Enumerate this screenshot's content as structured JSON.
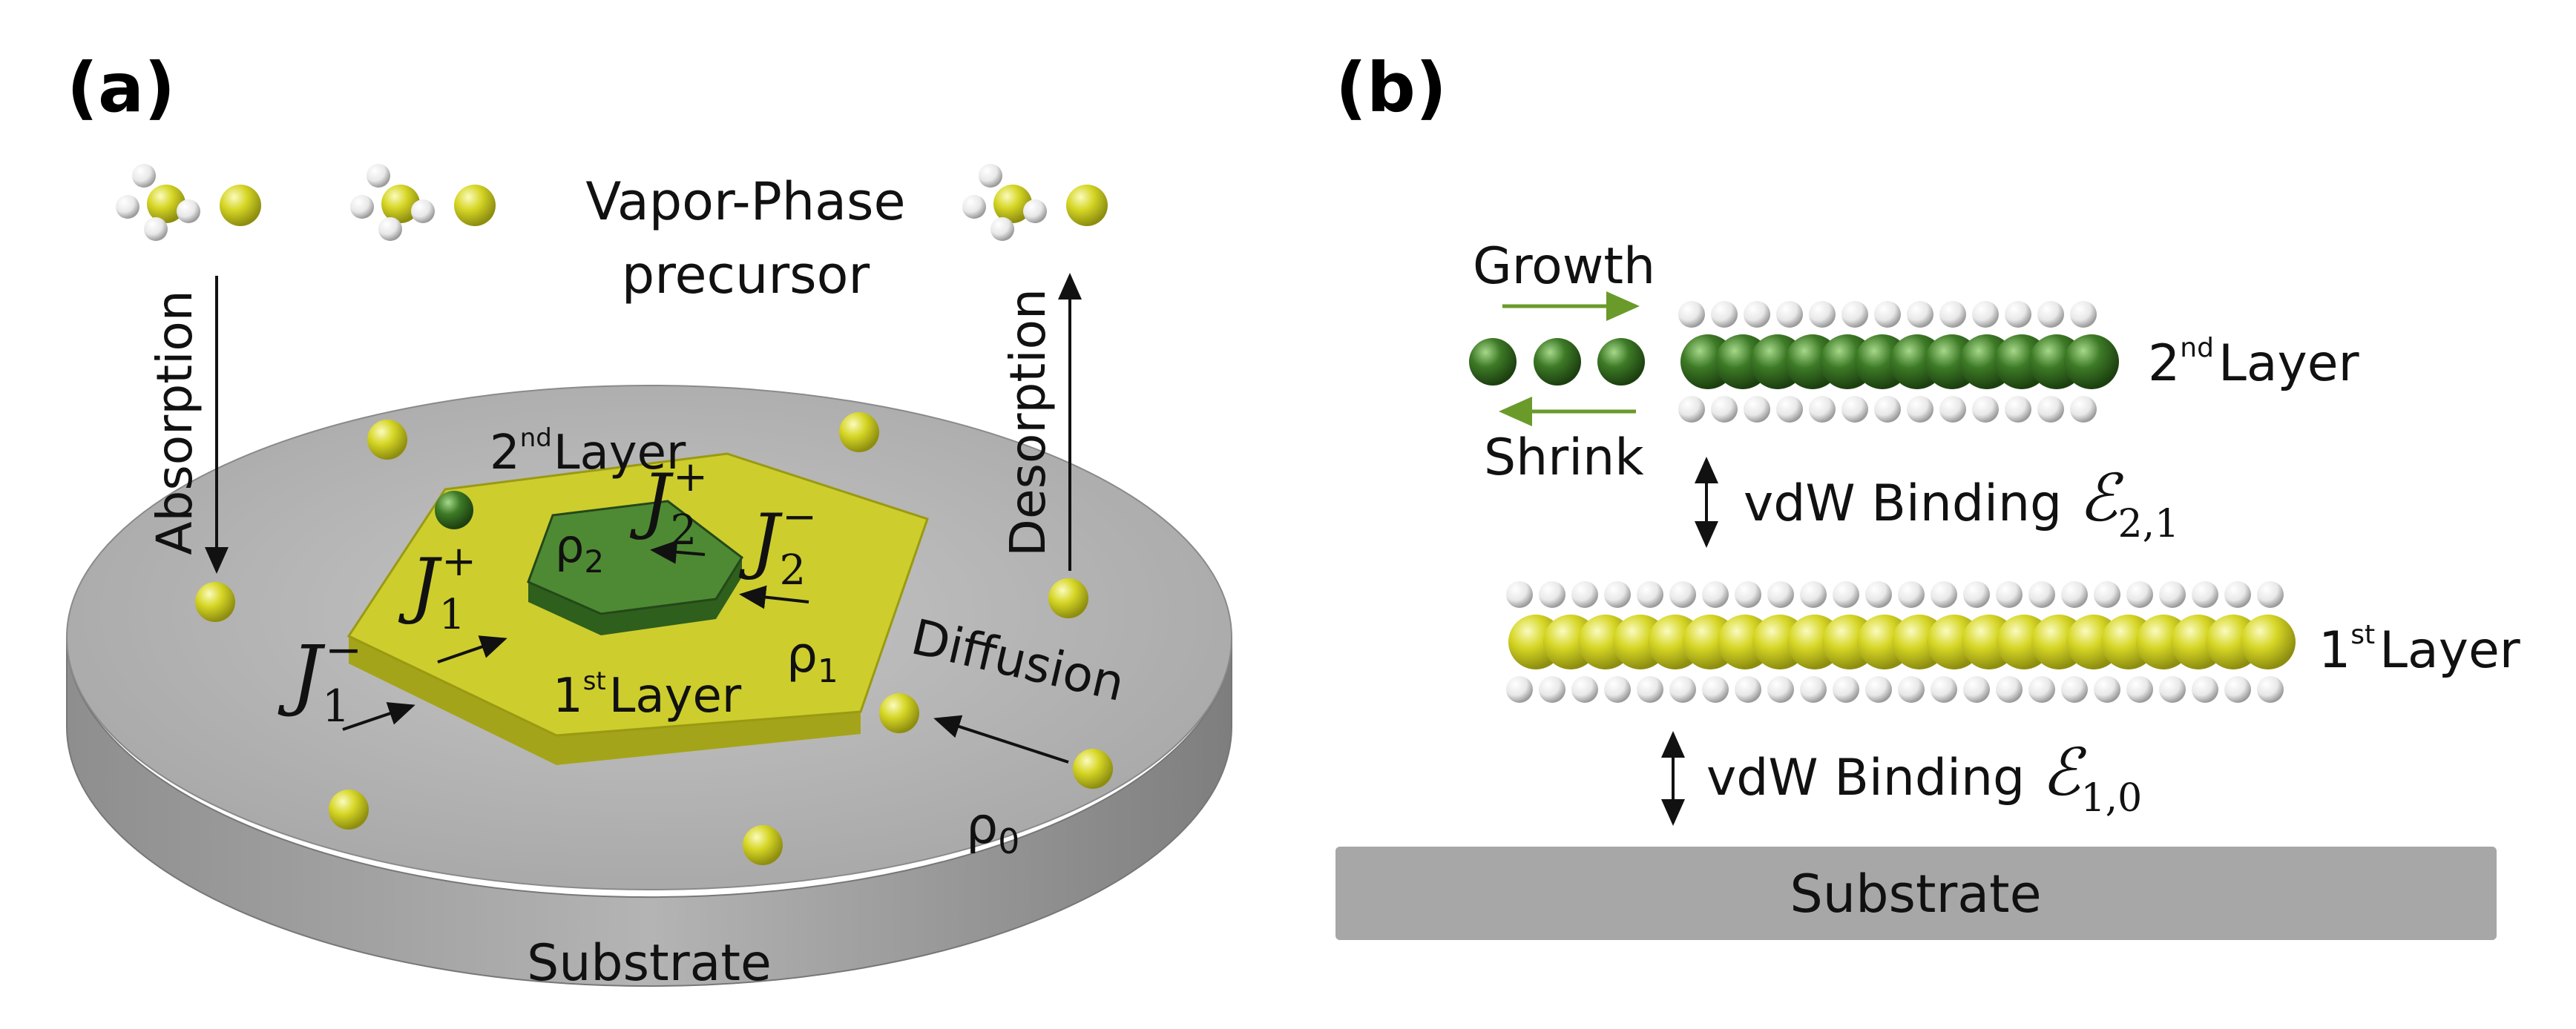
{
  "panel_a": {
    "label": "(a)",
    "vapor_line1": "Vapor-Phase",
    "vapor_line2": "precursor",
    "absorption": "Absorption",
    "desorption": "Desorption",
    "diffusion": "Diffusion",
    "substrate": "Substrate",
    "second_layer": {
      "base": "2",
      "sup": "nd",
      "word": "Layer"
    },
    "first_layer": {
      "base": "1",
      "sup": "st",
      "word": "Layer"
    },
    "rho0": {
      "base": "ρ",
      "sub": "0"
    },
    "rho1": {
      "base": "ρ",
      "sub": "1"
    },
    "rho2": {
      "base": "ρ",
      "sub": "2"
    },
    "J1_minus": {
      "base": "J",
      "sub": "1",
      "sup": "−"
    },
    "J1_plus": {
      "base": "J",
      "sub": "1",
      "sup": "+"
    },
    "J2_minus": {
      "base": "J",
      "sub": "2",
      "sup": "−"
    },
    "J2_plus": {
      "base": "J",
      "sub": "2",
      "sup": "+"
    }
  },
  "panel_b": {
    "label": "(b)",
    "growth": "Growth",
    "shrink": "Shrink",
    "second_layer": {
      "base": "2",
      "sup": "nd",
      "word": "Layer"
    },
    "first_layer": {
      "base": "1",
      "sup": "st",
      "word": "Layer"
    },
    "vdw_21": {
      "text": "vdW Binding",
      "sym": "ℰ",
      "sub": "2,1"
    },
    "vdw_10": {
      "text": "vdW Binding",
      "sym": "ℰ",
      "sub": "1,0"
    },
    "substrate": "Substrate"
  },
  "colors": {
    "substrate_gray": "#a7a7a7",
    "layer1_yellow": "#cccc2c",
    "layer2_green": "#3f7a2a",
    "growth_arrow": "#6a9a2a",
    "atom_white": "#eeeeee",
    "atom_yellow": "#d4d41e"
  }
}
